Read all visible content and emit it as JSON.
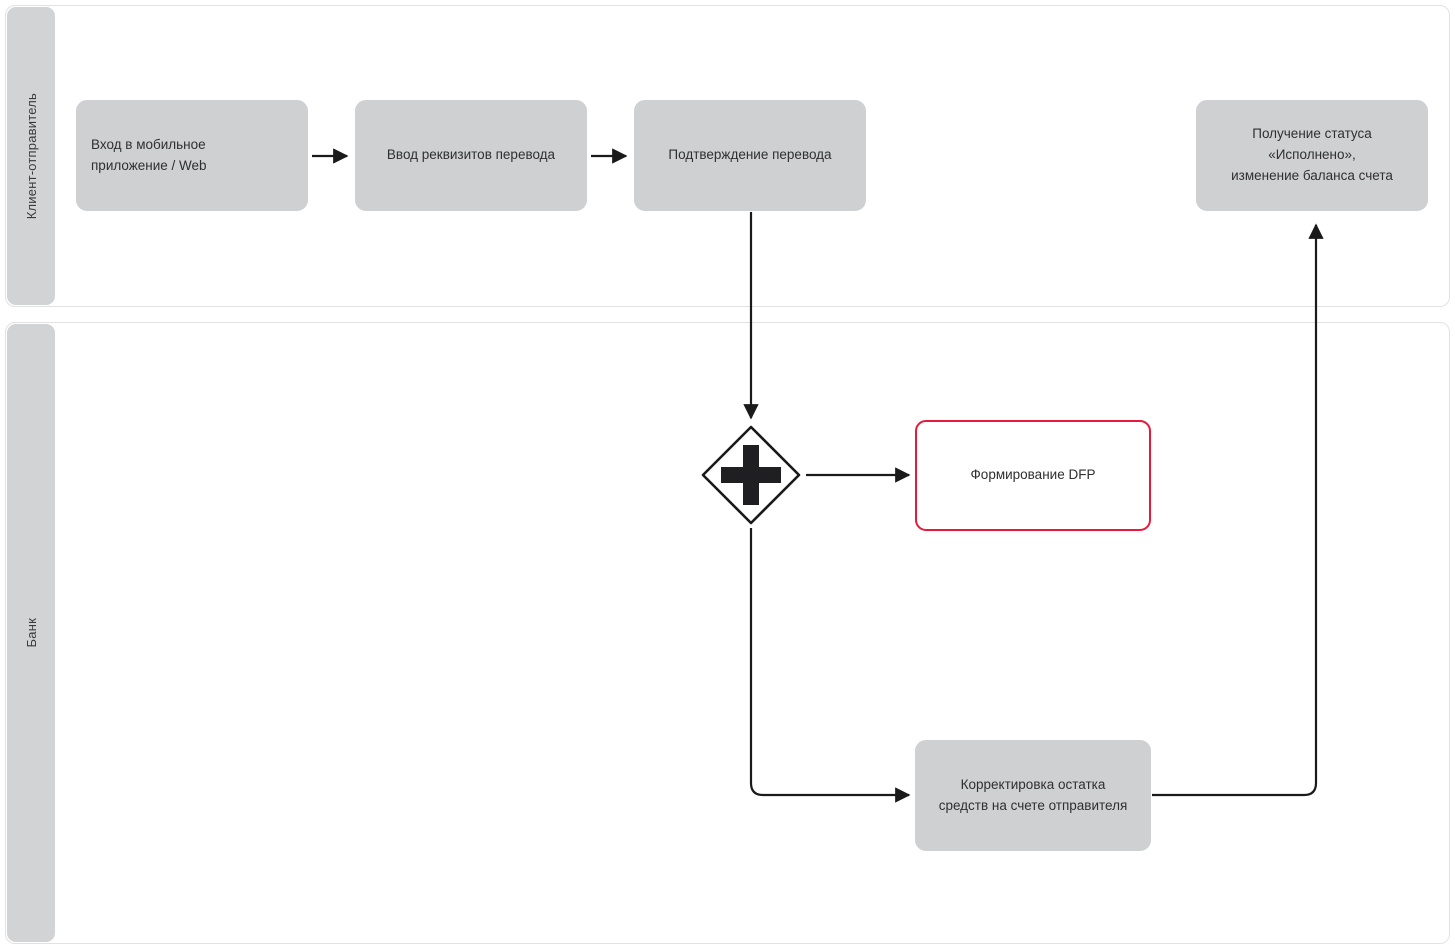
{
  "diagram": {
    "type": "bpmn-swimlane-flowchart",
    "title": "",
    "background": "#ffffff",
    "accent_red": "#e8193c",
    "task_fill": "#cfd0d2",
    "lane_header_fill": "#d2d3d5",
    "lane_border": "#e2e2e2",
    "connector_color": "#1a1a1a"
  },
  "lanes": [
    {
      "id": "lane-client",
      "label": "Клиент-отправитель"
    },
    {
      "id": "lane-bank",
      "label": "Банк"
    }
  ],
  "nodes": [
    {
      "id": "login",
      "lane": "lane-client",
      "type": "task",
      "style": "grey",
      "label": "Вход в мобильное приложение / Web",
      "lines": [
        "Вход в мобильное",
        "приложение / Web"
      ]
    },
    {
      "id": "enter-details",
      "lane": "lane-client",
      "type": "task",
      "style": "grey",
      "label": "Ввод реквизитов перевода",
      "lines": [
        "Ввод реквизитов перевода"
      ]
    },
    {
      "id": "confirm-transfer",
      "lane": "lane-client",
      "type": "task",
      "style": "grey",
      "label": "Подтверждение перевода",
      "lines": [
        "Подтверждение перевода"
      ]
    },
    {
      "id": "receive-status",
      "lane": "lane-client",
      "type": "task",
      "style": "grey",
      "label": "Получение статуса «Исполнено», изменение баланса счета",
      "lines": [
        "Получение статуса «Исполнено»,",
        "изменение баланса счета"
      ]
    },
    {
      "id": "parallel-gateway",
      "lane": "lane-bank",
      "type": "parallel-gateway",
      "label": "",
      "marker": "plus"
    },
    {
      "id": "form-dfp",
      "lane": "lane-bank",
      "type": "task",
      "style": "outlined",
      "label": "Формирование DFP",
      "lines": [
        "Формирование DFP"
      ]
    },
    {
      "id": "adjust-balance",
      "lane": "lane-bank",
      "type": "task",
      "style": "grey",
      "label": "Корректировка остатка средств на счете отправителя",
      "lines": [
        "Корректировка остатка",
        "средств на счете отправителя"
      ]
    }
  ],
  "edges": [
    {
      "id": "e1",
      "from": "login",
      "to": "enter-details",
      "label": ""
    },
    {
      "id": "e2",
      "from": "enter-details",
      "to": "confirm-transfer",
      "label": ""
    },
    {
      "id": "e3",
      "from": "confirm-transfer",
      "to": "parallel-gateway",
      "label": ""
    },
    {
      "id": "e4",
      "from": "parallel-gateway",
      "to": "form-dfp",
      "label": ""
    },
    {
      "id": "e5",
      "from": "parallel-gateway",
      "to": "adjust-balance",
      "label": ""
    },
    {
      "id": "e6",
      "from": "adjust-balance",
      "to": "receive-status",
      "label": ""
    }
  ]
}
